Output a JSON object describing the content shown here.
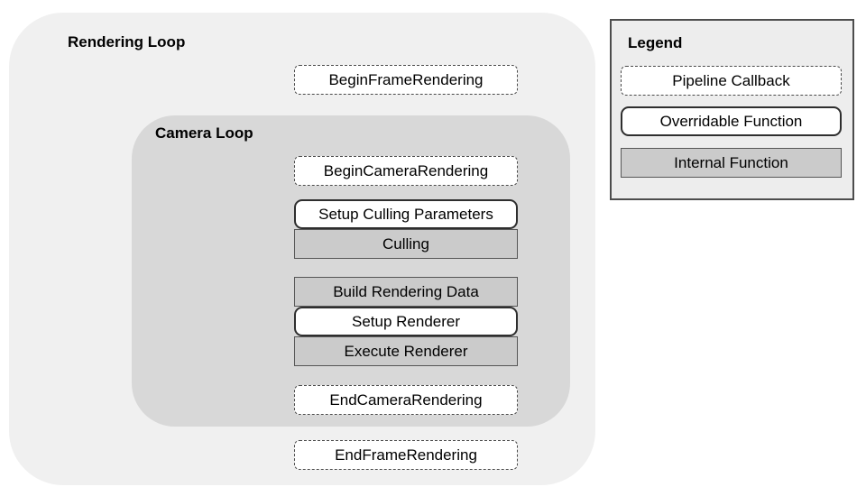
{
  "diagram": {
    "rendering_loop": {
      "title": "Rendering Loop",
      "begin_frame": "BeginFrameRendering",
      "end_frame": "EndFrameRendering",
      "camera_loop": {
        "title": "Camera Loop",
        "begin_camera": "BeginCameraRendering",
        "setup_culling": "Setup Culling Parameters",
        "culling": "Culling",
        "build_data": "Build Rendering Data",
        "setup_renderer": "Setup Renderer",
        "execute_renderer": "Execute Renderer",
        "end_camera": "EndCameraRendering"
      }
    },
    "legend": {
      "title": "Legend",
      "items": [
        {
          "label": "Pipeline Callback",
          "type": "pipeline-callback"
        },
        {
          "label": "Overridable Function",
          "type": "overridable-function"
        },
        {
          "label": "Internal Function",
          "type": "internal-function"
        }
      ]
    },
    "colors": {
      "page_bg": "#ffffff",
      "rendering_loop_bg": "#f0f0f0",
      "camera_loop_bg": "#d8d8d8",
      "internal_function_bg": "#cbcbcb",
      "callback_overridable_bg": "#ffffff",
      "legend_bg": "#ededed",
      "border_dark": "#4a4a4a"
    }
  }
}
